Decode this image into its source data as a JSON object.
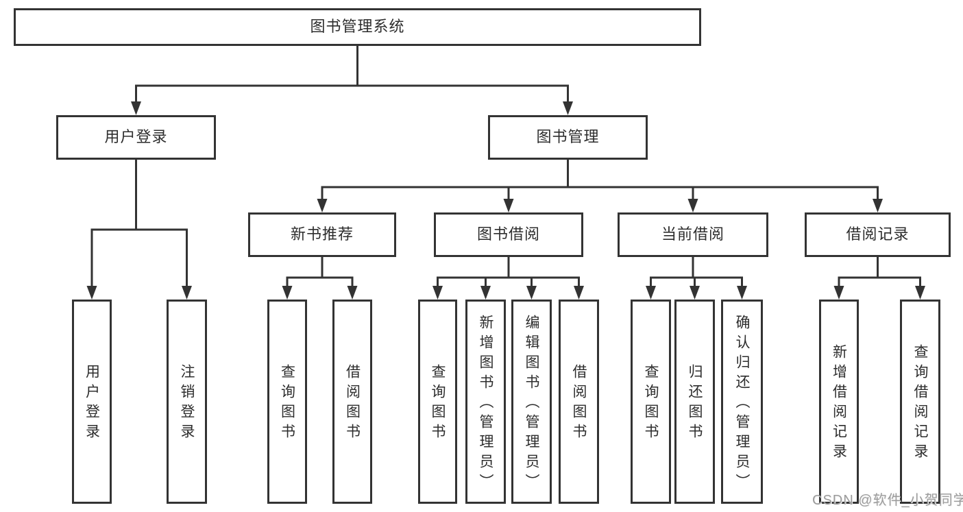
{
  "nodes": {
    "root": "图书管理系统",
    "user_login": "用户登录",
    "book_mgmt": "图书管理",
    "new_book_rec": "新书推荐",
    "book_borrow": "图书借阅",
    "current_borrow": "当前借阅",
    "borrow_records": "借阅记录"
  },
  "leaves": {
    "user_login": [
      "用户登录",
      "注销登录"
    ],
    "new_book_rec": [
      "查询图书",
      "借阅图书"
    ],
    "book_borrow": [
      "查询图书",
      "新增图书（管理员）",
      "编辑图书（管理员）",
      "借阅图书"
    ],
    "current_borrow": [
      "查询图书",
      "归还图书",
      "确认归还（管理员）"
    ],
    "borrow_records": [
      "新增借阅记录",
      "查询借阅记录"
    ]
  },
  "watermark": "CSDN @软件_小贺同学",
  "colors": {
    "line": "#333333",
    "text": "#2d2d2d",
    "watermark": "#9c9c9c",
    "background": "#ffffff"
  }
}
